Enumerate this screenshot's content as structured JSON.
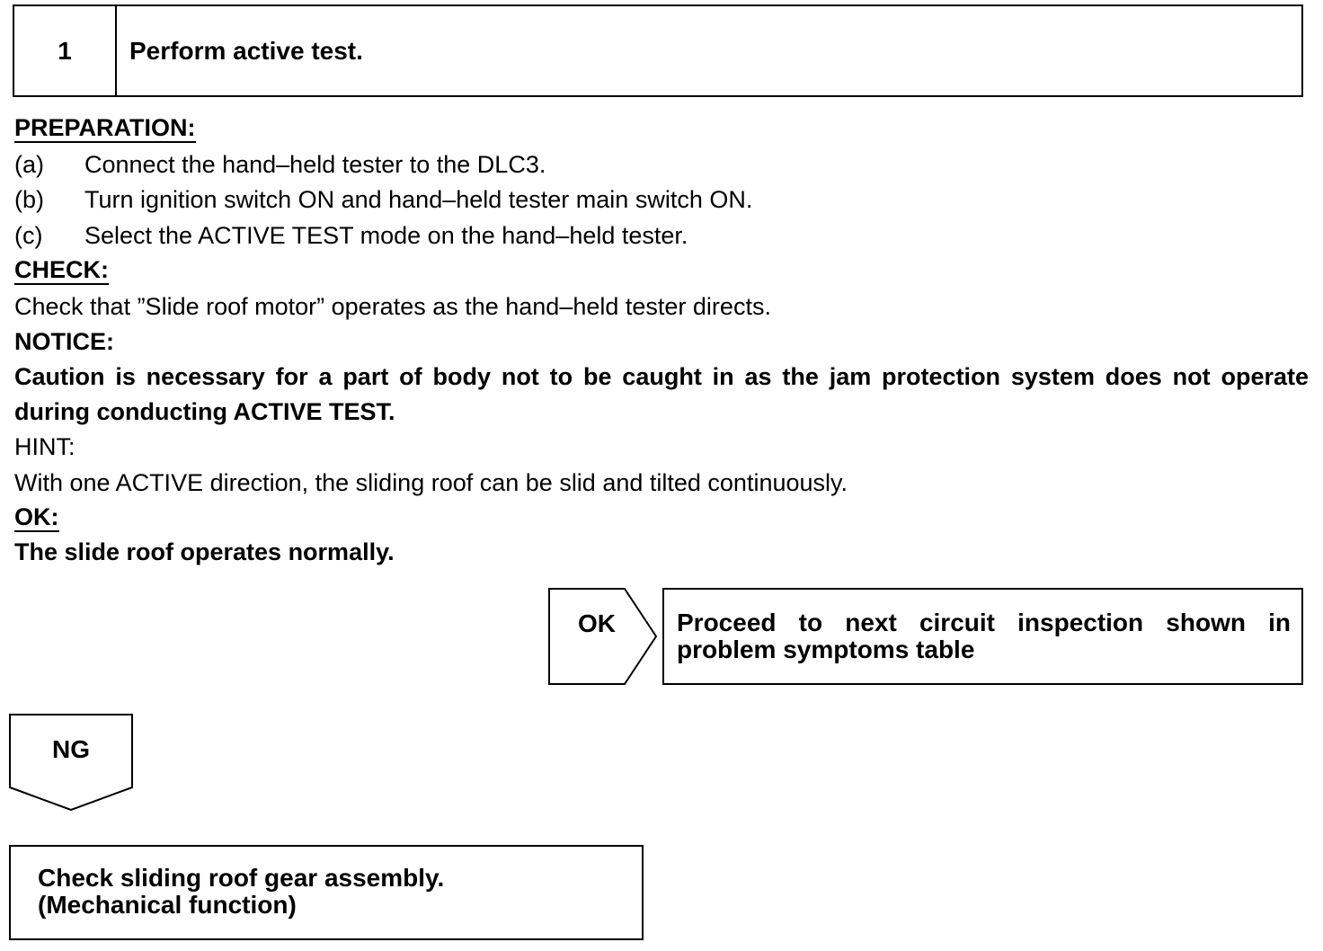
{
  "step": {
    "number": "1",
    "title": "Perform active test."
  },
  "preparation": {
    "heading": "PREPARATION:",
    "items": [
      {
        "letter": "(a)",
        "text": "Connect the hand–held tester to the DLC3."
      },
      {
        "letter": "(b)",
        "text": "Turn ignition switch ON and hand–held tester main switch ON."
      },
      {
        "letter": "(c)",
        "text": "Select the ACTIVE TEST mode on the hand–held tester."
      }
    ]
  },
  "check": {
    "heading": "CHECK:",
    "text": "Check that ”Slide roof motor” operates as the hand–held tester directs."
  },
  "notice": {
    "heading": "NOTICE:",
    "text": "Caution is necessary for a part of body not to be caught in as the jam protection system does not operate during conducting ACTIVE TEST."
  },
  "hint": {
    "heading": "HINT:",
    "text": "With one ACTIVE direction, the sliding roof can be slid and tilted continuously."
  },
  "ok": {
    "heading": "OK:",
    "text": "The slide roof operates normally."
  },
  "flow": {
    "ok_label": "OK",
    "ok_result": "Proceed to next circuit inspection shown in problem symptoms table",
    "ng_label": "NG",
    "ng_result_line1": "Check sliding roof gear assembly.",
    "ng_result_line2": "(Mechanical function)"
  }
}
